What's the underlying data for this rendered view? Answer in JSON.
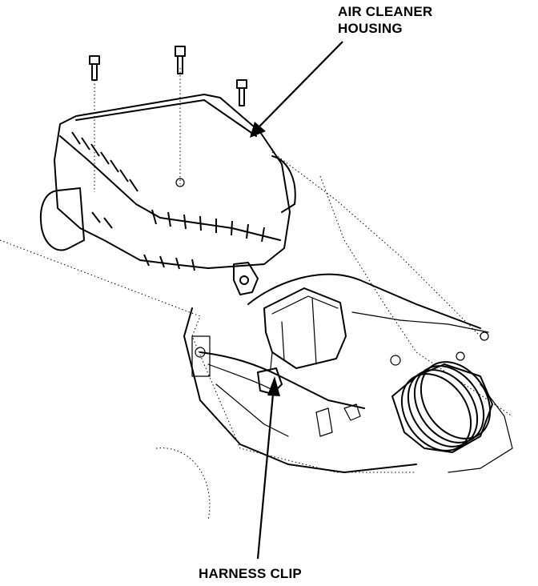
{
  "callouts": {
    "air_cleaner_line1": "AIR CLEANER",
    "air_cleaner_line2": "HOUSING",
    "harness_clip": "HARNESS CLIP"
  },
  "colors": {
    "ink": "#000000",
    "paper": "#ffffff"
  }
}
